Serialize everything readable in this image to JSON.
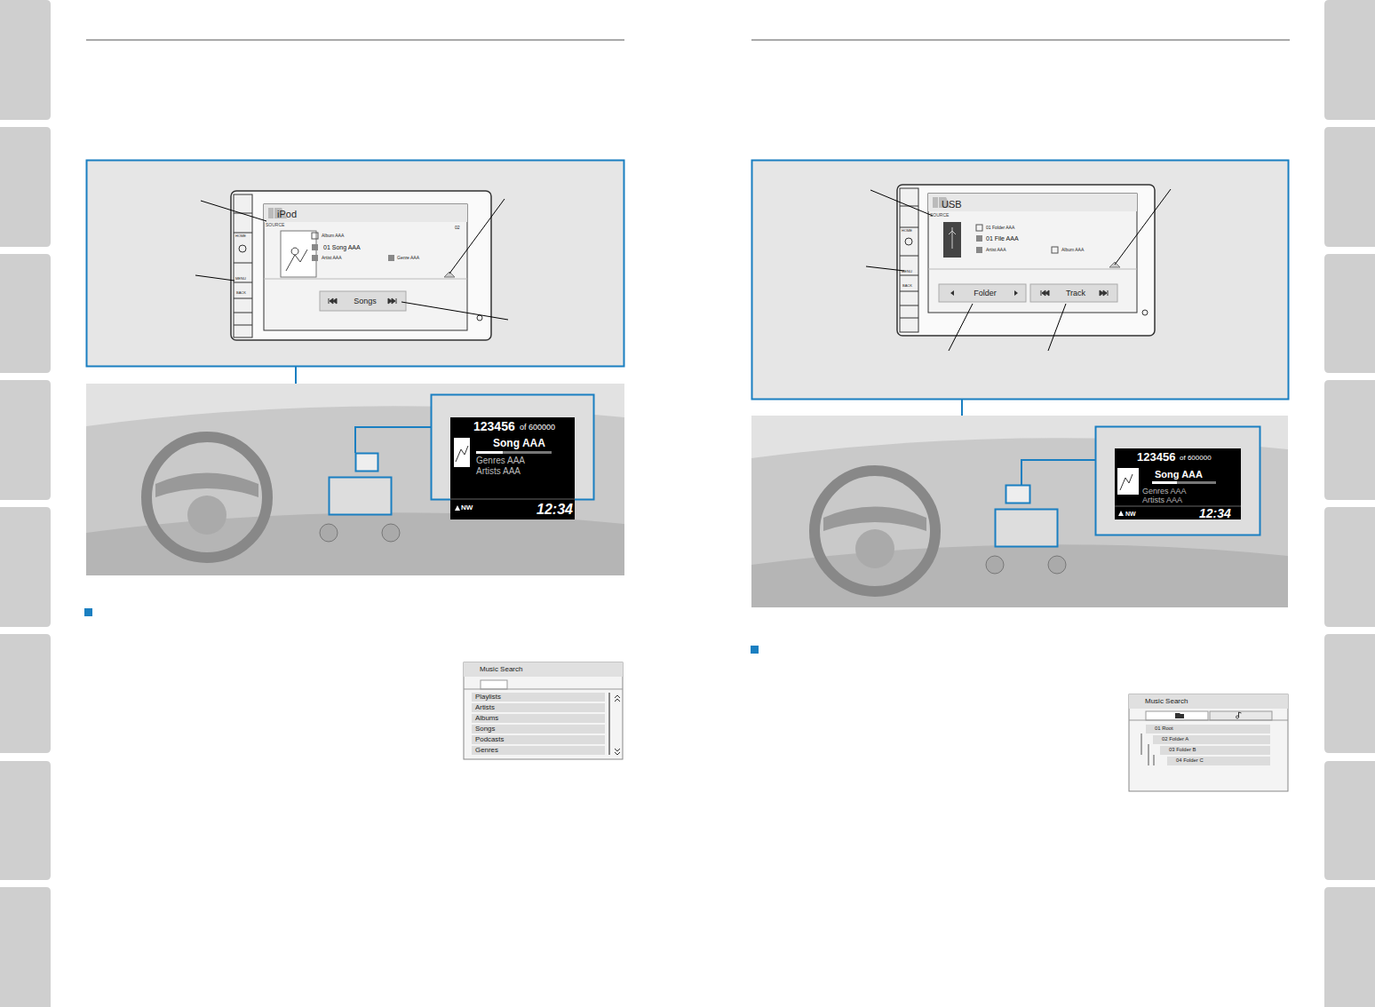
{
  "diagram": {
    "nodes": [
      {
        "text": [
          "Music Search"
        ]
      },
      {
        "text": [
          "Playlists"
        ],
        "in": 0
      },
      {
        "text": [
          "Artists"
        ],
        "in": 0
      },
      {
        "text": [
          "Albums"
        ],
        "in": 0
      },
      {
        "text": [
          "Songs"
        ],
        "in": 0
      },
      {
        "text": [
          "Podcasts"
        ],
        "in": 0
      },
      {
        "text": [
          "Genres"
        ],
        "in": 0
      },
      {
        "text": [
          "Music Search"
        ]
      },
      {
        "text": [
          "01 Root"
        ],
        "in": 7
      },
      {
        "text": [
          "02 Folder A"
        ],
        "in": 7
      },
      {
        "text": [
          "03 Folder B"
        ],
        "in": 7
      },
      {
        "text": [
          "04 Folder C"
        ],
        "in": 7
      },
      {
        "text": [
          "Songs"
        ]
      },
      {
        "text": [
          "Folder"
        ]
      },
      {
        "text": [
          "Track"
        ]
      }
    ],
    "labels": [
      "iPod",
      "SOURCE",
      "Album AAA",
      "01 Song AAA",
      "Artist AAA",
      "Genre AAA",
      "02",
      "HOME",
      "MENU",
      "BACK",
      "123456",
      "of 600000",
      "Song AAA",
      "Genres AAA",
      "Artists AAA",
      "NW",
      "12:34",
      "USB",
      "SOURCE",
      "01 Folder AAA",
      "01 File AAA",
      "Artist AAA",
      "Album AAA",
      "HOME",
      "MENU",
      "BACK",
      "123456",
      "of 600000",
      "Song AAA",
      "Genres AAA",
      "Artists AAA",
      "NW",
      "12:34"
    ]
  }
}
